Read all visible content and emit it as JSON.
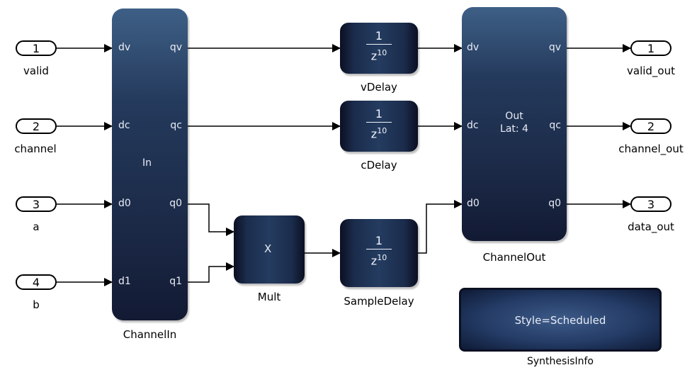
{
  "inports": [
    {
      "num": "1",
      "label": "valid"
    },
    {
      "num": "2",
      "label": "channel"
    },
    {
      "num": "3",
      "label": "a"
    },
    {
      "num": "4",
      "label": "b"
    }
  ],
  "outports": [
    {
      "num": "1",
      "label": "valid_out"
    },
    {
      "num": "2",
      "label": "channel_out"
    },
    {
      "num": "3",
      "label": "data_out"
    }
  ],
  "channel_in": {
    "name": "ChannelIn",
    "center_text": "In",
    "in_ports": [
      "dv",
      "dc",
      "d0",
      "d1"
    ],
    "out_ports": [
      "qv",
      "qc",
      "q0",
      "q1"
    ]
  },
  "v_delay": {
    "name": "vDelay",
    "num": "1",
    "den_base": "z",
    "den_exp": "10"
  },
  "c_delay": {
    "name": "cDelay",
    "num": "1",
    "den_base": "z",
    "den_exp": "10"
  },
  "mult": {
    "name": "Mult",
    "symbol": "X"
  },
  "sample_delay": {
    "name": "SampleDelay",
    "num": "1",
    "den_base": "z",
    "den_exp": "10"
  },
  "channel_out": {
    "name": "ChannelOut",
    "center_line1": "Out",
    "center_line2": "Lat: 4",
    "in_ports": [
      "dv",
      "dc",
      "d0"
    ],
    "out_ports": [
      "qv",
      "qc",
      "q0"
    ]
  },
  "synthesis_info": {
    "name": "SynthesisInfo",
    "text": "Style=Scheduled"
  },
  "colors": {
    "block_dark": "#0b0f22",
    "block_mid": "#243c60",
    "block_text": "#e8ecf5",
    "wire": "#000000"
  }
}
